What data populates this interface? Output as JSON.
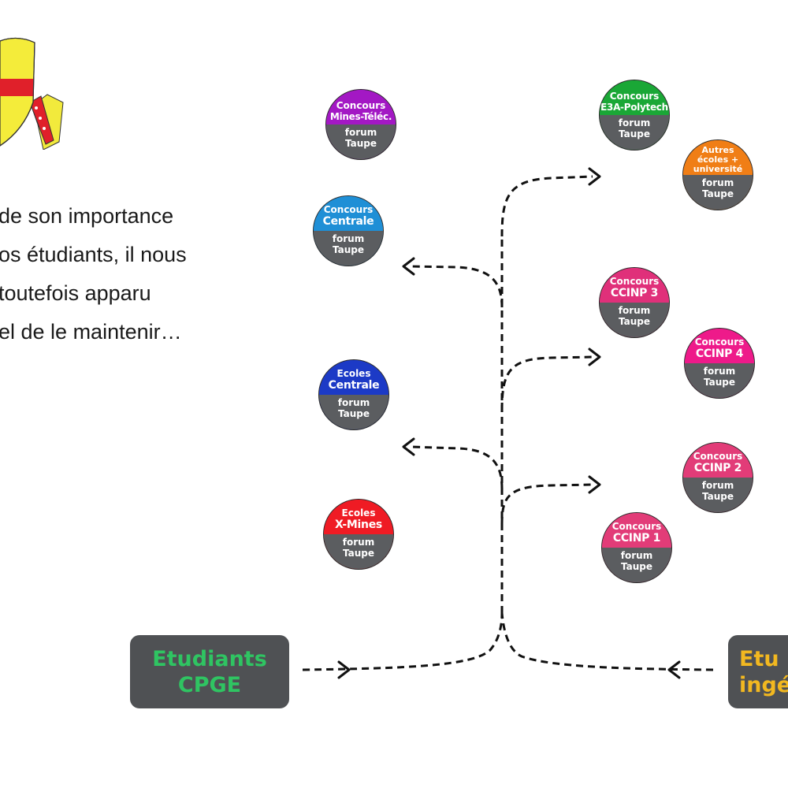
{
  "paragraph": {
    "lines": [
      "de son importance",
      "os étudiants, il nous",
      "toutefois apparu",
      "el de le maintenir…"
    ]
  },
  "sources": {
    "left": {
      "line1": "Etudiants",
      "line2": "CPGE",
      "color": "#2fc462"
    },
    "right": {
      "line1": "Etu",
      "line2": "ingé",
      "color": "#f2b820"
    }
  },
  "nodes": [
    {
      "id": "mines-telec",
      "line1": "Concours",
      "line2": "Mines-Téléc.",
      "footer1": "forum",
      "footer2": "Taupe",
      "color": "#a318c4"
    },
    {
      "id": "centrale",
      "line1": "Concours",
      "line2": "Centrale",
      "footer1": "forum",
      "footer2": "Taupe",
      "color": "#1f8fd6"
    },
    {
      "id": "ecoles-centrale",
      "line1": "Ecoles",
      "line2": "Centrale",
      "footer1": "forum",
      "footer2": "Taupe",
      "color": "#1c3ac6"
    },
    {
      "id": "ecoles-x-mines",
      "line1": "Ecoles",
      "line2": "X-Mines",
      "footer1": "forum",
      "footer2": "Taupe",
      "color": "#ef1b24"
    },
    {
      "id": "e3a-polytech",
      "line1": "Concours",
      "line2": "E3A-Polytech",
      "footer1": "forum",
      "footer2": "Taupe",
      "color": "#1aa736"
    },
    {
      "id": "autres-ecoles",
      "line1": "Autres",
      "line2": "écoles +",
      "line3": "université",
      "footer1": "forum",
      "footer2": "Taupe",
      "color": "#f07e16"
    },
    {
      "id": "ccinp-3",
      "line1": "Concours",
      "line2": "CCINP 3",
      "footer1": "forum",
      "footer2": "Taupe",
      "color": "#e0307a"
    },
    {
      "id": "ccinp-4",
      "line1": "Concours",
      "line2": "CCINP 4",
      "footer1": "forum",
      "footer2": "Taupe",
      "color": "#ee1a8a"
    },
    {
      "id": "ccinp-2",
      "line1": "Concours",
      "line2": "CCINP 2",
      "footer1": "forum",
      "footer2": "Taupe",
      "color": "#e23c78"
    },
    {
      "id": "ccinp-1",
      "line1": "Concours",
      "line2": "CCINP 1",
      "footer1": "forum",
      "footer2": "Taupe",
      "color": "#e23c78"
    }
  ],
  "colors": {
    "footer": "#5b5d60",
    "box": "#4f5154",
    "connector": "#111111"
  }
}
